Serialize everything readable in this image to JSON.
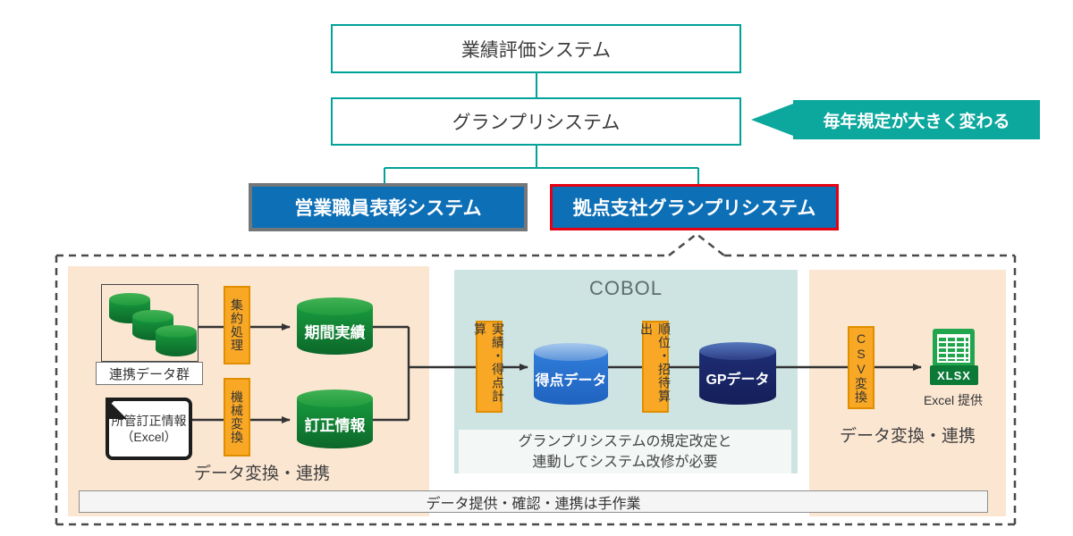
{
  "colors": {
    "teal": "#00a29a",
    "callout-teal": "#0ca79d",
    "box-blue": "#0d6fb6",
    "red": "#e60012",
    "gray-border": "#73777a",
    "orange": "#f9a825",
    "orange-border": "#e08e00",
    "peach": "#fbe6d2",
    "panel-teal": "#cee4e2",
    "note-bg": "#f3f7f6",
    "bar-bg": "#f5f5f5"
  },
  "hierarchy": {
    "top_system": "業績評価システム",
    "mid_system": "グランプリシステム",
    "callout": "毎年規定が大きく変わる",
    "left_system": "営業職員表彰システム",
    "right_system": "拠点支社グランプリシステム"
  },
  "pipeline": {
    "left": {
      "source_group": "連携データ群",
      "process_aggregate": "集約処理",
      "process_machine": "機械変換",
      "db_period": "期間実績",
      "db_correction": "訂正情報",
      "doc_title": "所管訂正情報",
      "doc_subtitle": "（Excel）",
      "caption": "データ変換・連携"
    },
    "middle": {
      "title": "COBOL",
      "process_score": "実績・得点計算",
      "process_rank": "順位・招待算出",
      "db_score": "得点データ",
      "db_gp": "GPデータ",
      "note_line1": "グランプリシステムの規定改定と",
      "note_line2": "連動してシステム改修が必要"
    },
    "right": {
      "process_csv": "CSV変換",
      "file_type": "XLSX",
      "file_caption": "Excel 提供",
      "caption": "データ変換・連携"
    },
    "footer": "データ提供・確認・連携は手作業"
  }
}
